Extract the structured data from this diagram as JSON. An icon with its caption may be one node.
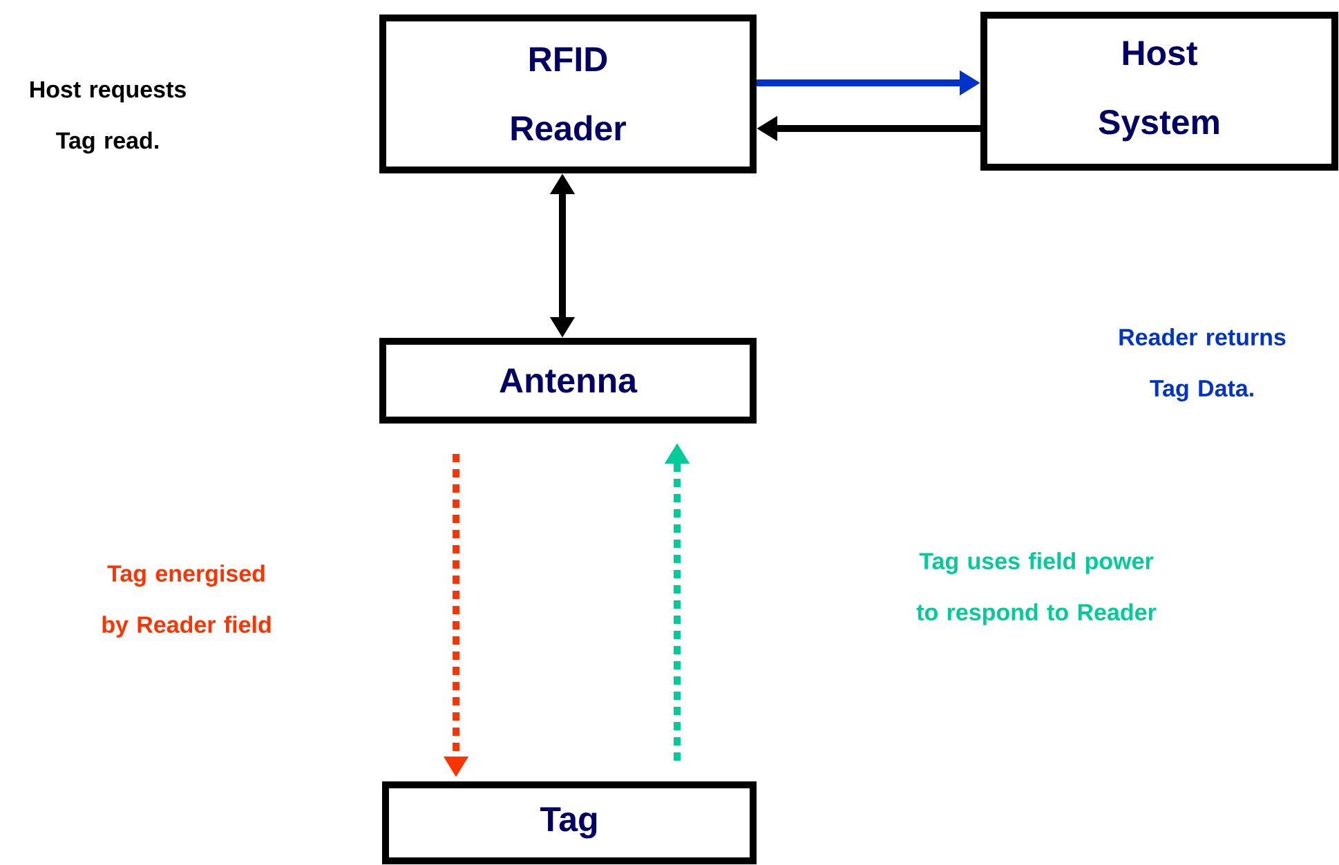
{
  "diagram": {
    "nodes": [
      {
        "text": [
          "RFID Reader"
        ]
      },
      {
        "text": [
          "Host System"
        ]
      },
      {
        "text": [
          "Antenna"
        ]
      },
      {
        "text": [
          "Tag"
        ]
      }
    ],
    "edges": [
      {
        "from": 0,
        "to": 1,
        "arrow": "to",
        "color": "#0033cc"
      },
      {
        "from": 1,
        "to": 0,
        "arrow": "to"
      },
      {
        "from": 0,
        "to": 2,
        "arrow": "both"
      },
      {
        "from": 2,
        "to": 3,
        "arrow": "to",
        "style": "dashed",
        "color": "#ff3300"
      },
      {
        "from": 3,
        "to": 2,
        "arrow": "to",
        "style": "dashed",
        "color": "#00cc99"
      }
    ],
    "labels": [
      "Host requests Tag read.",
      "Reader returns Tag Data.",
      "Tag energised by Reader field",
      "Tag uses field power to respond to Reader"
    ]
  }
}
